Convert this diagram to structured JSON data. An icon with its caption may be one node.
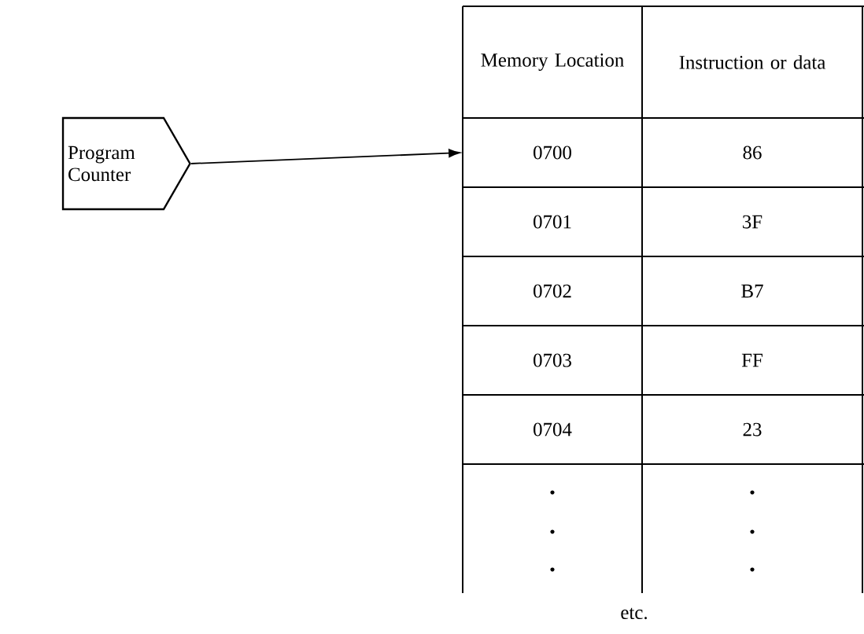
{
  "diagram": {
    "nodes": [
      {
        "text": [
          "Program Counter"
        ]
      },
      {
        "text": [
          "0700"
        ]
      }
    ],
    "edges": [
      {
        "from": 0,
        "to": 1,
        "arrow": "to"
      }
    ],
    "labels": [
      "Memory Location",
      "Instruction or data",
      "86",
      "0701",
      "3F",
      "0702",
      "B7",
      "0703",
      "FF",
      "0704",
      "23",
      "etc."
    ]
  }
}
